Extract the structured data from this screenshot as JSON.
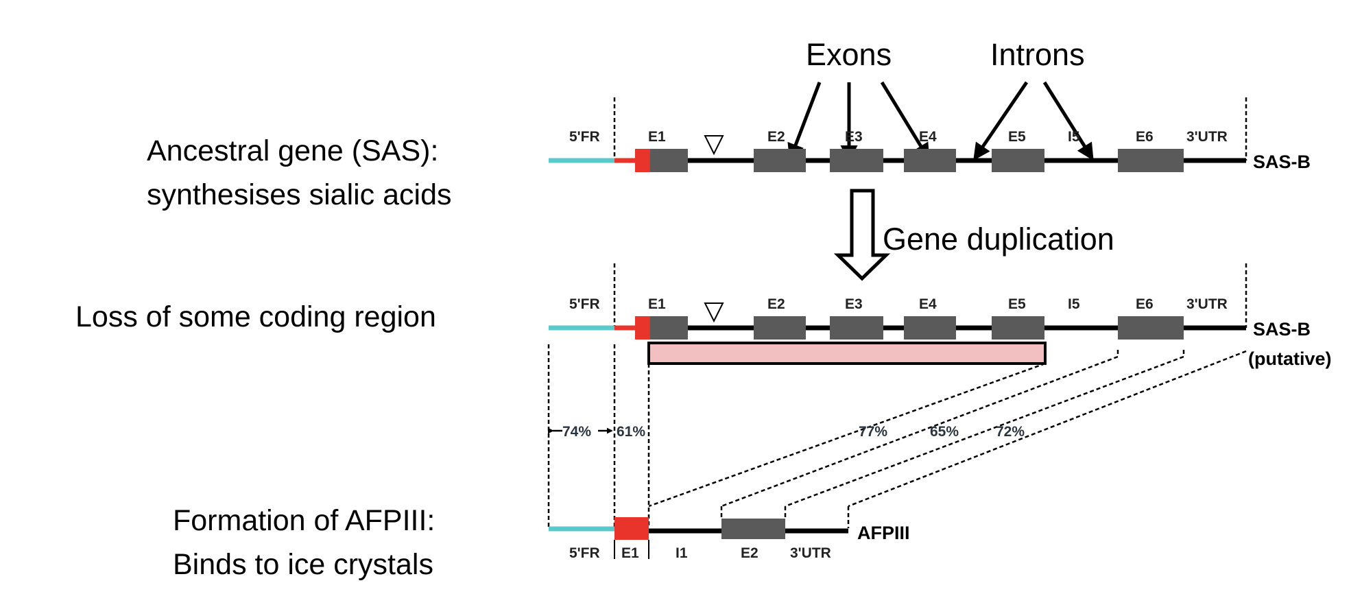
{
  "side_labels": {
    "ancestral_line1": "Ancestral gene (SAS):",
    "ancestral_line2": "synthesises sialic acids",
    "loss": "Loss of some coding region",
    "formation_line1": "Formation of AFPIII:",
    "formation_line2": "Binds to ice crystals"
  },
  "annotations": {
    "exons": "Exons",
    "introns": "Introns",
    "gene_duplication": "Gene duplication"
  },
  "genes": {
    "sas_b": "SAS-B",
    "sas_b_putative_line1": "SAS-B",
    "sas_b_putative_line2": "(putative)",
    "afpiii": "AFPIII"
  },
  "region_labels": {
    "five_fr": "5'FR",
    "e1": "E1",
    "e2": "E2",
    "e3": "E3",
    "e4": "E4",
    "e5": "E5",
    "i5": "I5",
    "e6": "E6",
    "three_utr": "3'UTR",
    "i1": "I1"
  },
  "similarity": {
    "p1": "74%",
    "p2": "61%",
    "p3": "77%",
    "p4": "65%",
    "p5": "72%"
  },
  "colors": {
    "flank": "#5bc8cc",
    "exon1": "#e8342a",
    "exon": "#5a5a5a",
    "lost_region": "#f2c0c0"
  }
}
